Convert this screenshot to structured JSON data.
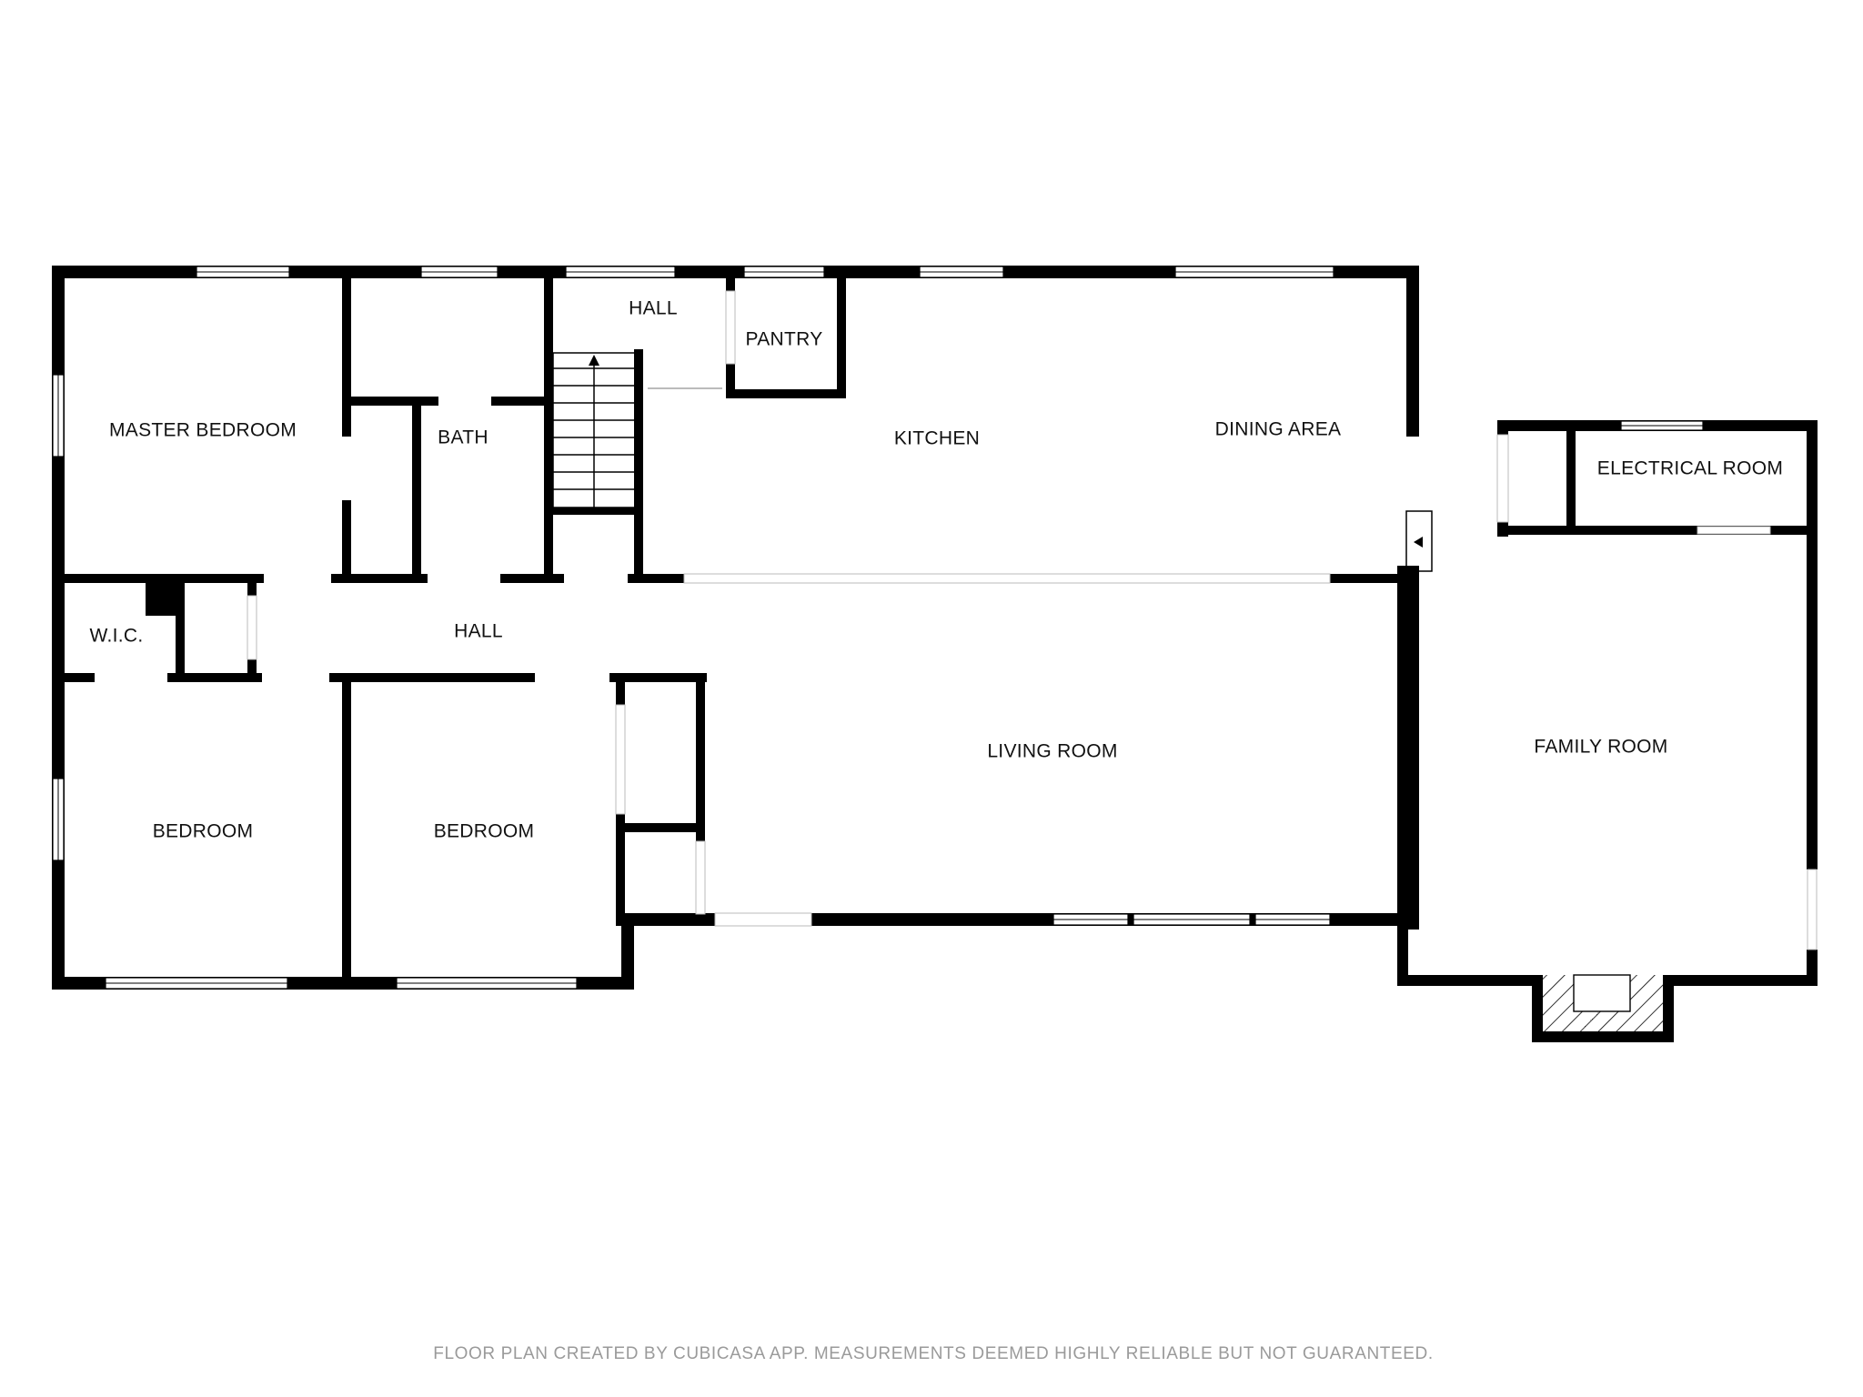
{
  "rooms": {
    "master_bedroom": "MASTER BEDROOM",
    "bath": "BATH",
    "hall_upper": "HALL",
    "pantry": "PANTRY",
    "kitchen": "KITCHEN",
    "dining_area": "DINING AREA",
    "electrical_room": "ELECTRICAL ROOM",
    "wic": "W.I.C.",
    "hall_main": "HALL",
    "living_room": "LIVING ROOM",
    "family_room": "FAMILY ROOM",
    "bedroom_1": "BEDROOM",
    "bedroom_2": "BEDROOM"
  },
  "footer": {
    "disclaimer": "FLOOR PLAN CREATED BY CUBICASA APP. MEASUREMENTS DEEMED HIGHLY RELIABLE BUT NOT GUARANTEED."
  }
}
